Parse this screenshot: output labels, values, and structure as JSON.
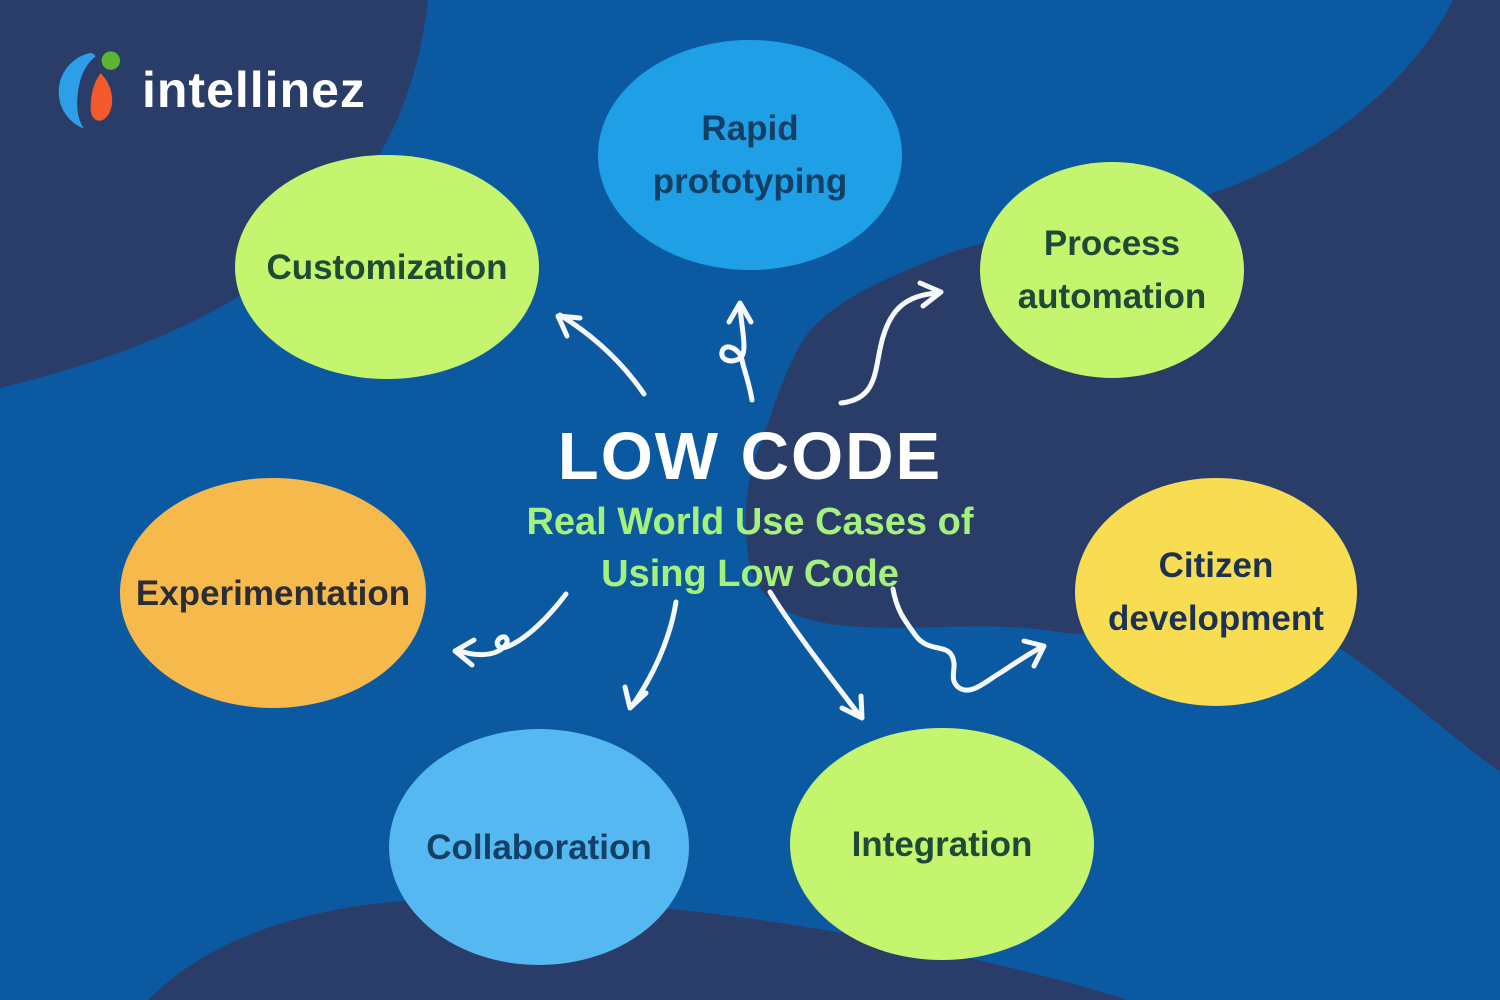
{
  "background": {
    "base_color": "#0B5AA1",
    "blob_color": "#2A3D68"
  },
  "logo": {
    "text": "intellinez",
    "text_color": "#FFFFFF",
    "icon": "intellinez-leaf-icon",
    "icon_colors": {
      "leaf": "#2D9FE8",
      "drop": "#F2592B",
      "dot": "#5BB432"
    }
  },
  "center": {
    "title": "LOW CODE",
    "title_color": "#FFFFFF",
    "subtitle_line1": "Real World Use Cases of",
    "subtitle_line2": "Using Low Code",
    "subtitle_color": "#A5F17D"
  },
  "nodes": {
    "customization": {
      "lines": [
        "Customization"
      ],
      "fill": "#C5F46E",
      "text_color": "#1E4B37"
    },
    "rapid_prototyping": {
      "lines": [
        "Rapid",
        "prototyping"
      ],
      "fill": "#1FA0E6",
      "text_color": "#123F63"
    },
    "process_automation": {
      "lines": [
        "Process",
        "automation"
      ],
      "fill": "#C5F46E",
      "text_color": "#1E4B37"
    },
    "experimentation": {
      "lines": [
        "Experimentation"
      ],
      "fill": "#F6B94C",
      "text_color": "#2A2D33"
    },
    "citizen_development": {
      "lines": [
        "Citizen",
        "development"
      ],
      "fill": "#F8DC52",
      "text_color": "#1C3252"
    },
    "collaboration": {
      "lines": [
        "Collaboration"
      ],
      "fill": "#56B8F0",
      "text_color": "#134066"
    },
    "integration": {
      "lines": [
        "Integration"
      ],
      "fill": "#C5F46E",
      "text_color": "#1E4B37"
    }
  },
  "arrows": {
    "color": "#F5F9FB",
    "style": "hand-drawn",
    "targets": [
      "customization",
      "rapid-prototyping",
      "process-automation",
      "experimentation",
      "collaboration",
      "integration",
      "citizen-development"
    ]
  }
}
